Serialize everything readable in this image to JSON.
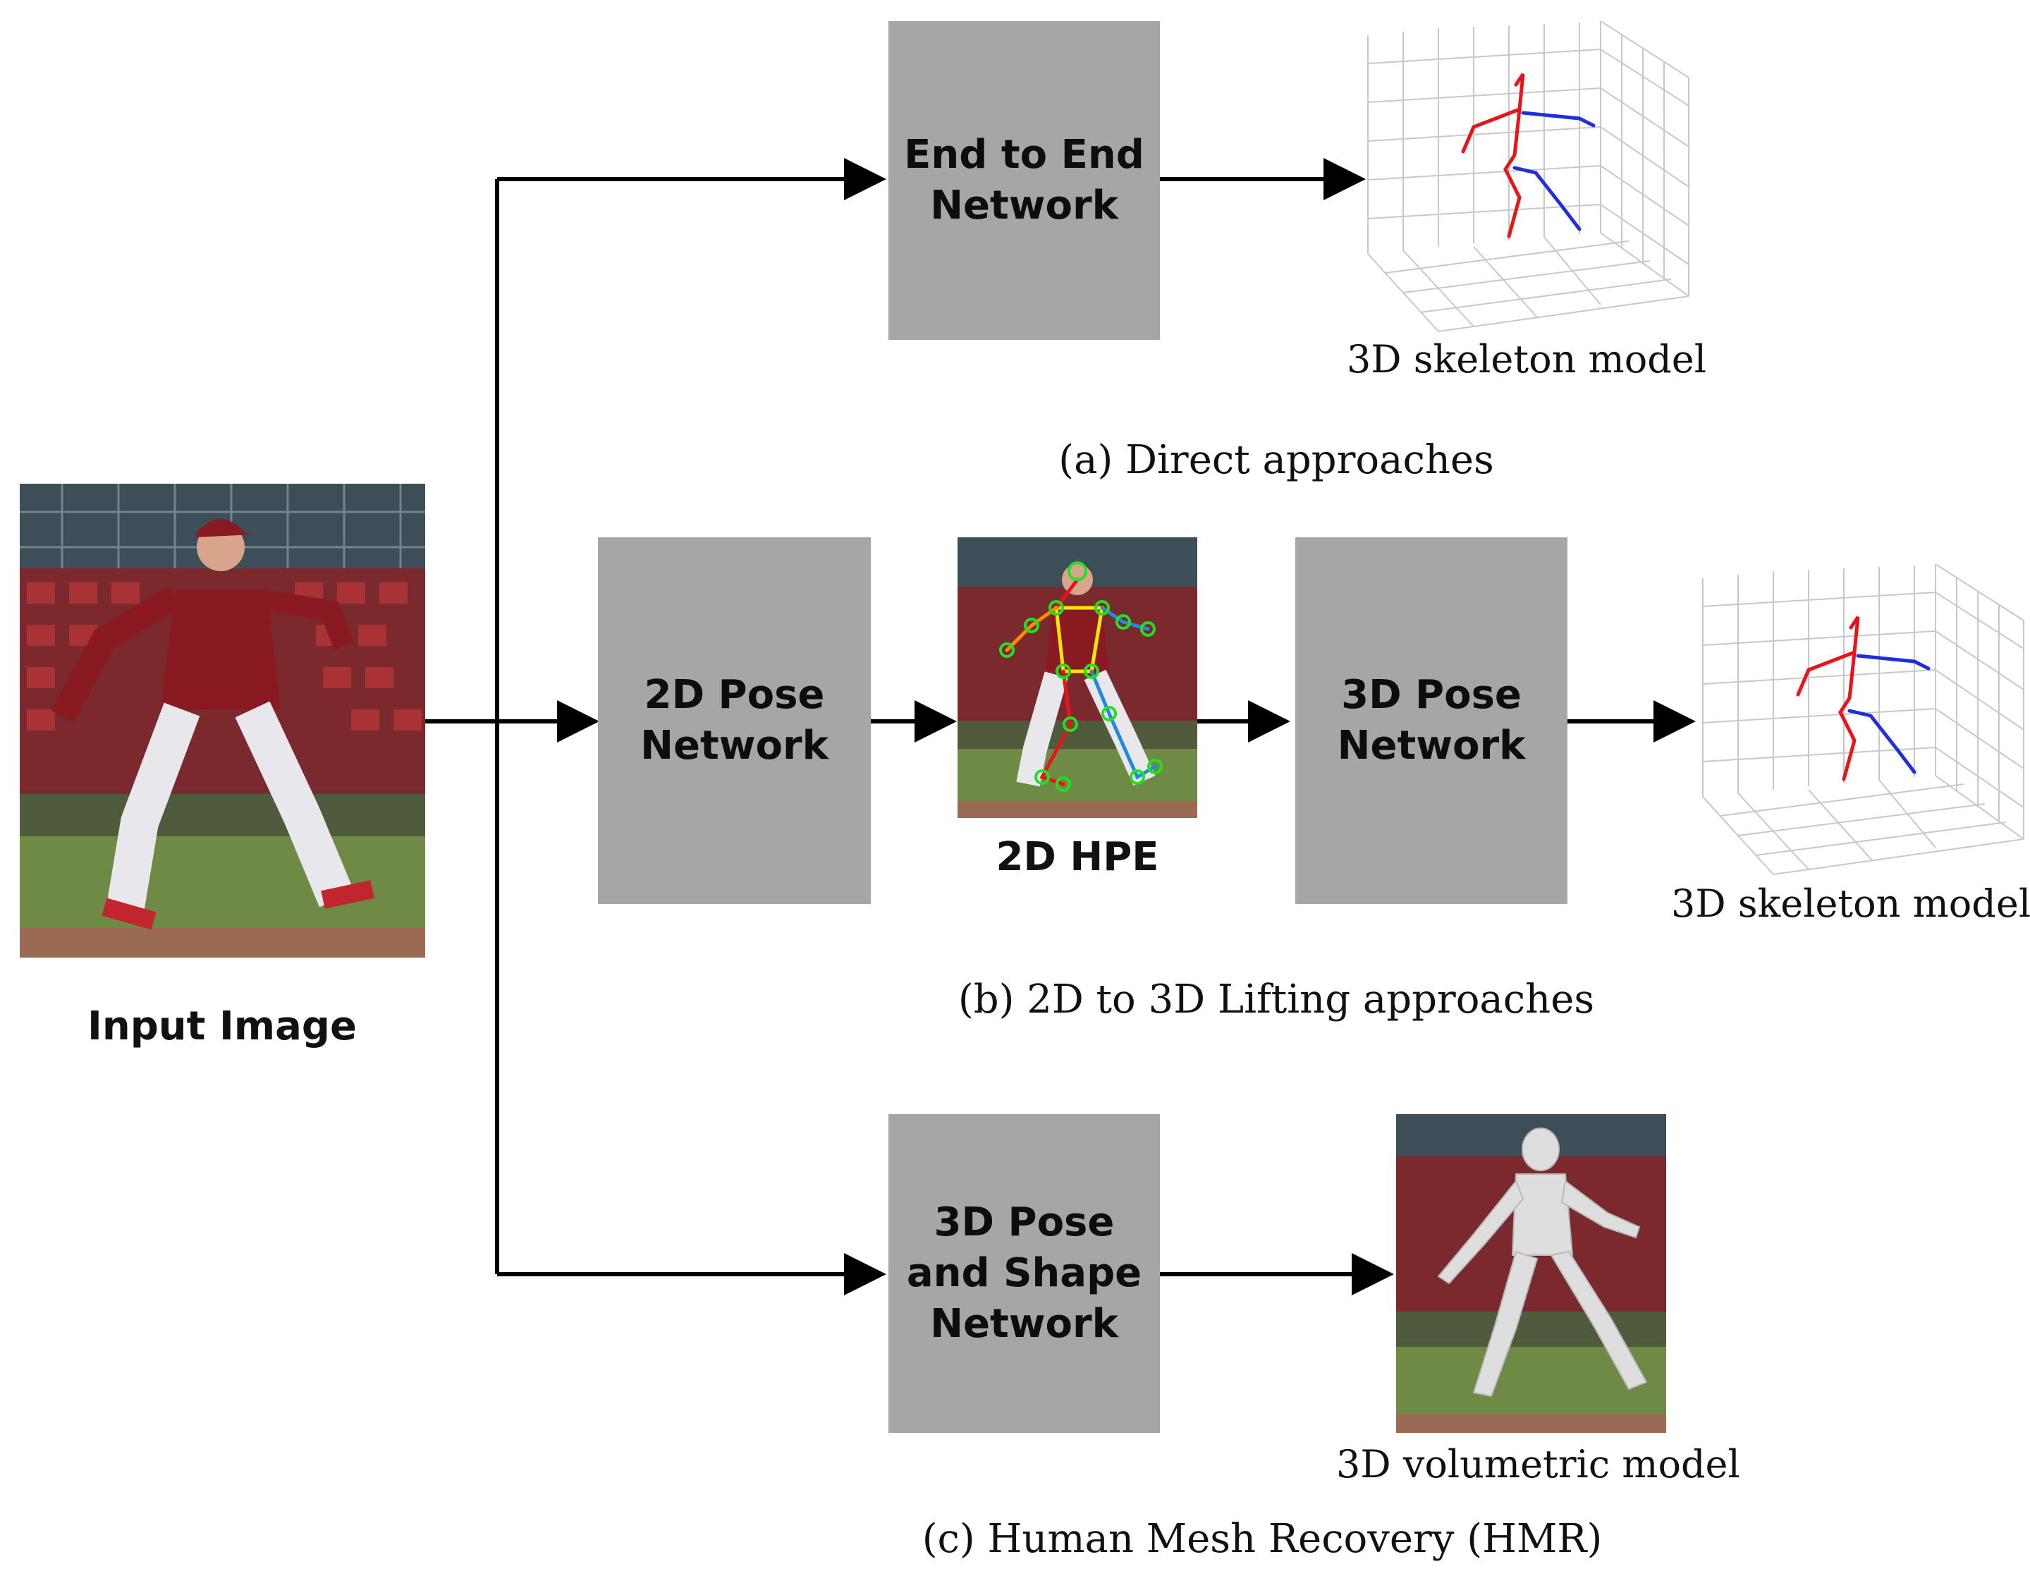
{
  "input": {
    "caption": "Input Image"
  },
  "direct": {
    "box_lines": [
      "End to End",
      "Network"
    ],
    "output_caption": "3D skeleton model",
    "section_label": "(a) Direct approaches"
  },
  "lifting": {
    "box1_lines": [
      "2D Pose",
      "Network"
    ],
    "hpe_caption": "2D HPE",
    "box2_lines": [
      "3D Pose",
      "Network"
    ],
    "output_caption": "3D skeleton model",
    "section_label": "(b) 2D to 3D Lifting approaches"
  },
  "hmr": {
    "box_lines": [
      "3D Pose",
      "and Shape",
      "Network"
    ],
    "output_caption": "3D volumetric model",
    "section_label": "(c) Human Mesh Recovery (HMR)"
  },
  "colors": {
    "box_fill": "#a6a6a6",
    "arrow": "#000000",
    "skeleton_left": "#e8141a",
    "skeleton_right": "#1f2ee0",
    "keypoint": "#22e022",
    "torso": "#ffe600"
  }
}
